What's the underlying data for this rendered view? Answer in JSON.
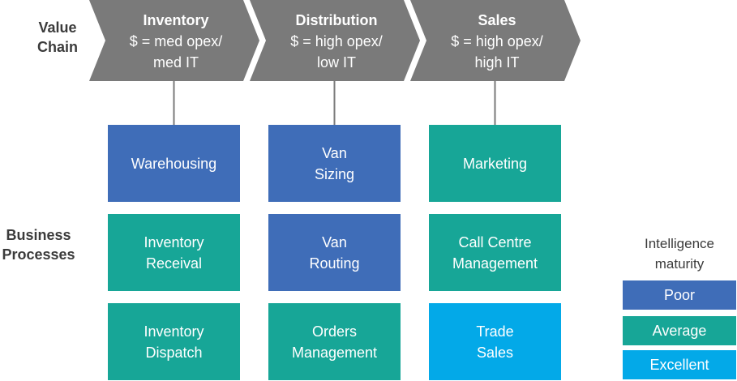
{
  "row_labels": {
    "value_chain": "Value\nChain",
    "business_processes": "Business\nProcesses"
  },
  "colors": {
    "chevron": "#7a7a7a",
    "connector": "#7a7a7a",
    "poor": "#3f6db8",
    "average": "#17a697",
    "excellent": "#03a9e8"
  },
  "stages": [
    {
      "title": "Inventory",
      "line1": "$ = med opex/",
      "line2": "med IT",
      "processes": [
        {
          "label": "Warehousing",
          "maturity": "poor"
        },
        {
          "label": "Inventory\nReceival",
          "maturity": "average"
        },
        {
          "label": "Inventory\nDispatch",
          "maturity": "average"
        }
      ]
    },
    {
      "title": "Distribution",
      "line1": "$ = high opex/",
      "line2": "low IT",
      "processes": [
        {
          "label": "Van\nSizing",
          "maturity": "poor"
        },
        {
          "label": "Van\nRouting",
          "maturity": "poor"
        },
        {
          "label": "Orders\nManagement",
          "maturity": "average"
        }
      ]
    },
    {
      "title": "Sales",
      "line1": "$ = high opex/",
      "line2": "high IT",
      "processes": [
        {
          "label": "Marketing",
          "maturity": "average"
        },
        {
          "label": "Call Centre\nManagement",
          "maturity": "average"
        },
        {
          "label": "Trade\nSales",
          "maturity": "excellent"
        }
      ]
    }
  ],
  "legend": {
    "title": "Intelligence\nmaturity",
    "items": [
      {
        "key": "poor",
        "label": "Poor"
      },
      {
        "key": "average",
        "label": "Average"
      },
      {
        "key": "excellent",
        "label": "Excellent"
      }
    ]
  }
}
